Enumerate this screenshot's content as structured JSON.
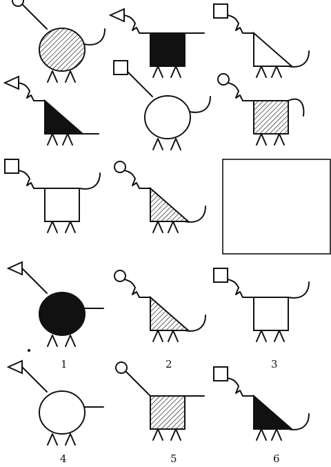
{
  "puzzle": {
    "grid": [
      {
        "head": "circle",
        "neck": "straight",
        "body": "circle",
        "fill": "hatched",
        "tail": "curl-up"
      },
      {
        "head": "triangle",
        "neck": "squiggle",
        "body": "square",
        "fill": "black",
        "tail": "straight"
      },
      {
        "head": "square",
        "neck": "squiggle",
        "body": "triangle",
        "fill": "white",
        "tail": "curl-up"
      },
      {
        "head": "triangle",
        "neck": "squiggle",
        "body": "triangle",
        "fill": "black",
        "tail": "straight"
      },
      {
        "head": "square",
        "neck": "straight",
        "body": "circle",
        "fill": "white",
        "tail": "curl-up"
      },
      {
        "head": "circle",
        "neck": "squiggle",
        "body": "square",
        "fill": "hatched",
        "tail": "curl-down"
      },
      {
        "head": "square",
        "neck": "squiggle",
        "body": "square",
        "fill": "white",
        "tail": "curl-up"
      },
      {
        "head": "circle",
        "neck": "squiggle",
        "body": "triangle",
        "fill": "hatched",
        "tail": "curl-up"
      },
      null
    ],
    "options": [
      {
        "label": "1",
        "head": "triangle",
        "neck": "straight",
        "body": "circle",
        "fill": "black",
        "tail": "straight"
      },
      {
        "label": "2",
        "head": "circle",
        "neck": "squiggle",
        "body": "triangle",
        "fill": "hatched",
        "tail": "curl-up"
      },
      {
        "label": "3",
        "head": "square",
        "neck": "squiggle",
        "body": "square",
        "fill": "white",
        "tail": "curl-up"
      },
      {
        "label": "4",
        "head": "triangle",
        "neck": "straight",
        "body": "circle",
        "fill": "white",
        "tail": "straight"
      },
      {
        "label": "5",
        "head": "circle",
        "neck": "straight",
        "body": "square",
        "fill": "hatched",
        "tail": "straight"
      },
      {
        "label": "6",
        "head": "square",
        "neck": "squiggle",
        "body": "triangle",
        "fill": "black",
        "tail": "curl-up"
      }
    ]
  },
  "colors": {
    "ink": "#111111",
    "paper": "#ffffff"
  }
}
